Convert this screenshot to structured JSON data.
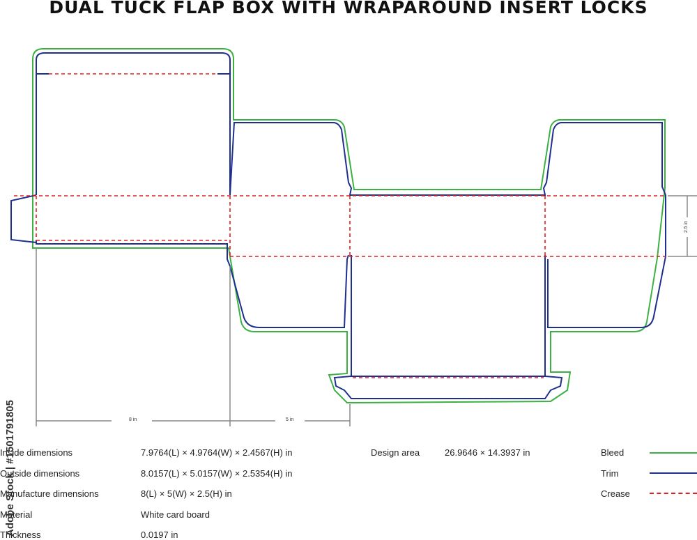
{
  "title": "DUAL TUCK FLAP BOX WITH WRAPAROUND INSERT LOCKS",
  "dimension_labels": {
    "length": "8 in",
    "width": "5 in",
    "height": "2.5 in"
  },
  "specs": [
    {
      "label": "Inside dimensions",
      "value": "7.9764(L) × 4.9764(W) × 2.4567(H) in"
    },
    {
      "label": "Outside dimensions",
      "value": "8.0157(L) × 5.0157(W) × 2.5354(H) in"
    },
    {
      "label": "Manufacture dimensions",
      "value": "8(L) × 5(W) × 2.5(H) in"
    },
    {
      "label": "Material",
      "value": "White card board"
    },
    {
      "label": "Thickness",
      "value": "0.0197 in"
    }
  ],
  "design_area": {
    "label": "Design area",
    "value": "26.9646 × 14.3937 in"
  },
  "legend": [
    {
      "label": "Bleed",
      "color": "#3cb043",
      "style": "solid"
    },
    {
      "label": "Trim",
      "color": "#1f2f8f",
      "style": "solid"
    },
    {
      "label": "Crease",
      "color": "#e02020",
      "style": "dashed"
    }
  ],
  "watermark": "Adobe Stock | #1501791805"
}
